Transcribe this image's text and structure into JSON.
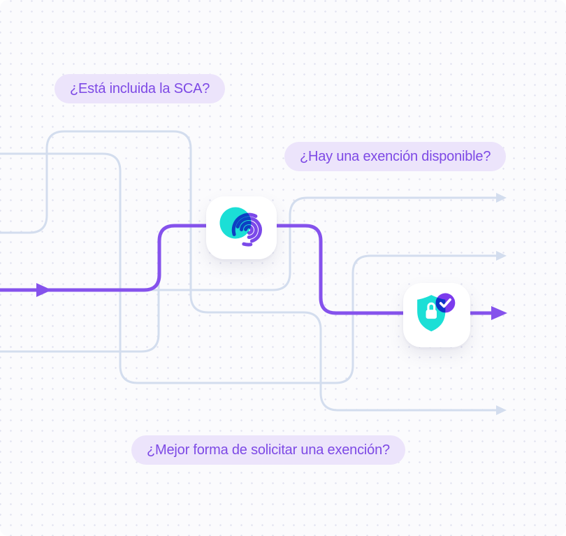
{
  "diagram": {
    "questions": [
      {
        "id": "q-sca-included",
        "label": "¿Está incluida la SCA?"
      },
      {
        "id": "q-exemption-available",
        "label": "¿Hay una exención disponible?"
      },
      {
        "id": "q-best-way-request",
        "label": "¿Mejor forma de solicitar una exención?"
      }
    ],
    "nodes": [
      {
        "id": "fingerprint-node",
        "icon": "fingerprint-icon"
      },
      {
        "id": "shield-check-node",
        "icon": "shield-lock-icon",
        "badge": "check-badge-icon"
      }
    ],
    "outcome_arrows": [
      {
        "position": "top",
        "color": "gray"
      },
      {
        "position": "upper-middle",
        "color": "gray"
      },
      {
        "position": "lower-middle",
        "color": "purple"
      },
      {
        "position": "bottom",
        "color": "gray"
      }
    ],
    "colors": {
      "canvas_bg": "#fbfbfd",
      "dot_color": "#e2e3f1",
      "line_gray": "#d3ddee",
      "accent_purple": "#8552ec",
      "bubble_bg": "#ece4fb",
      "bubble_text": "#7d49e5",
      "teal": "#1bdfd6",
      "fp_purple": "#7b49e9",
      "check_purple": "#7c3bed",
      "card_bg": "#ffffff"
    }
  }
}
